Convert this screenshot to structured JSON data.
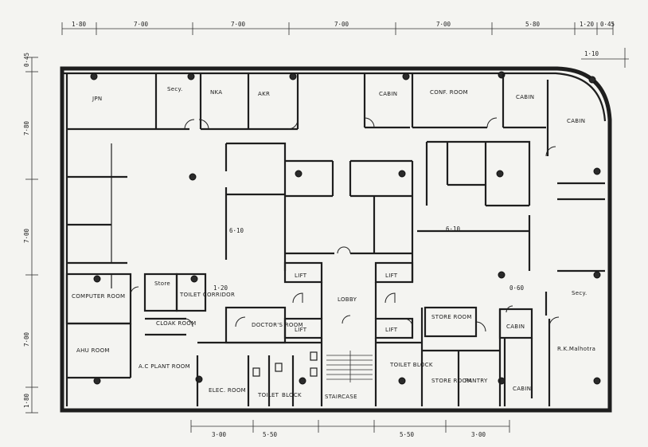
{
  "dimensions": {
    "top": [
      "1·80",
      "7·00",
      "7·00",
      "7·00",
      "7·00",
      "5·80",
      "1·20",
      "0·45"
    ],
    "left": [
      "0·45",
      "7·80",
      "7·00",
      "7·00",
      "1·80"
    ],
    "right": [
      "1·10"
    ],
    "bottom": [
      "3·00",
      "5·50",
      "5·50",
      "3·00"
    ],
    "inner": [
      "6·10",
      "6·10",
      "0·60",
      "1·20"
    ]
  },
  "rooms": {
    "jpn": "JPN",
    "secy_top": "Secy.",
    "nka": "NKA",
    "akr": "AKR",
    "cabin_top": "CABIN",
    "conf_room": "CONF. ROOM",
    "cabin_tr": "CABIN",
    "cabin_r": "CABIN",
    "computer_room": "COMPUTER ROOM",
    "store": "Store",
    "toilet_corridor": "TOILET CORRIDOR",
    "lift_1": "LIFT",
    "lobby": "LOBBY",
    "lift_2": "LIFT",
    "secy_right": "Secy.",
    "cloak_room": "CLOAK ROOM",
    "doctors_room": "DOCTOR'S ROOM",
    "lift_3": "LIFT",
    "lift_4": "LIFT",
    "store_room_1": "STORE ROOM",
    "cabin_lower": "CABIN",
    "ahu_room": "AHU ROOM",
    "ac_plant_room": "A.C PLANT ROOM",
    "rk_malhotra": "R.K.Malhotra",
    "toilet_block_r": "TOILET BLOCK",
    "elec_room": "ELEC. ROOM",
    "toilet": "TOILET",
    "block": "BLOCK",
    "staircase": "STAIRCASE",
    "store_room_2": "STORE ROOM",
    "pantry": "PANTRY",
    "cabin_small": "CABIN"
  }
}
